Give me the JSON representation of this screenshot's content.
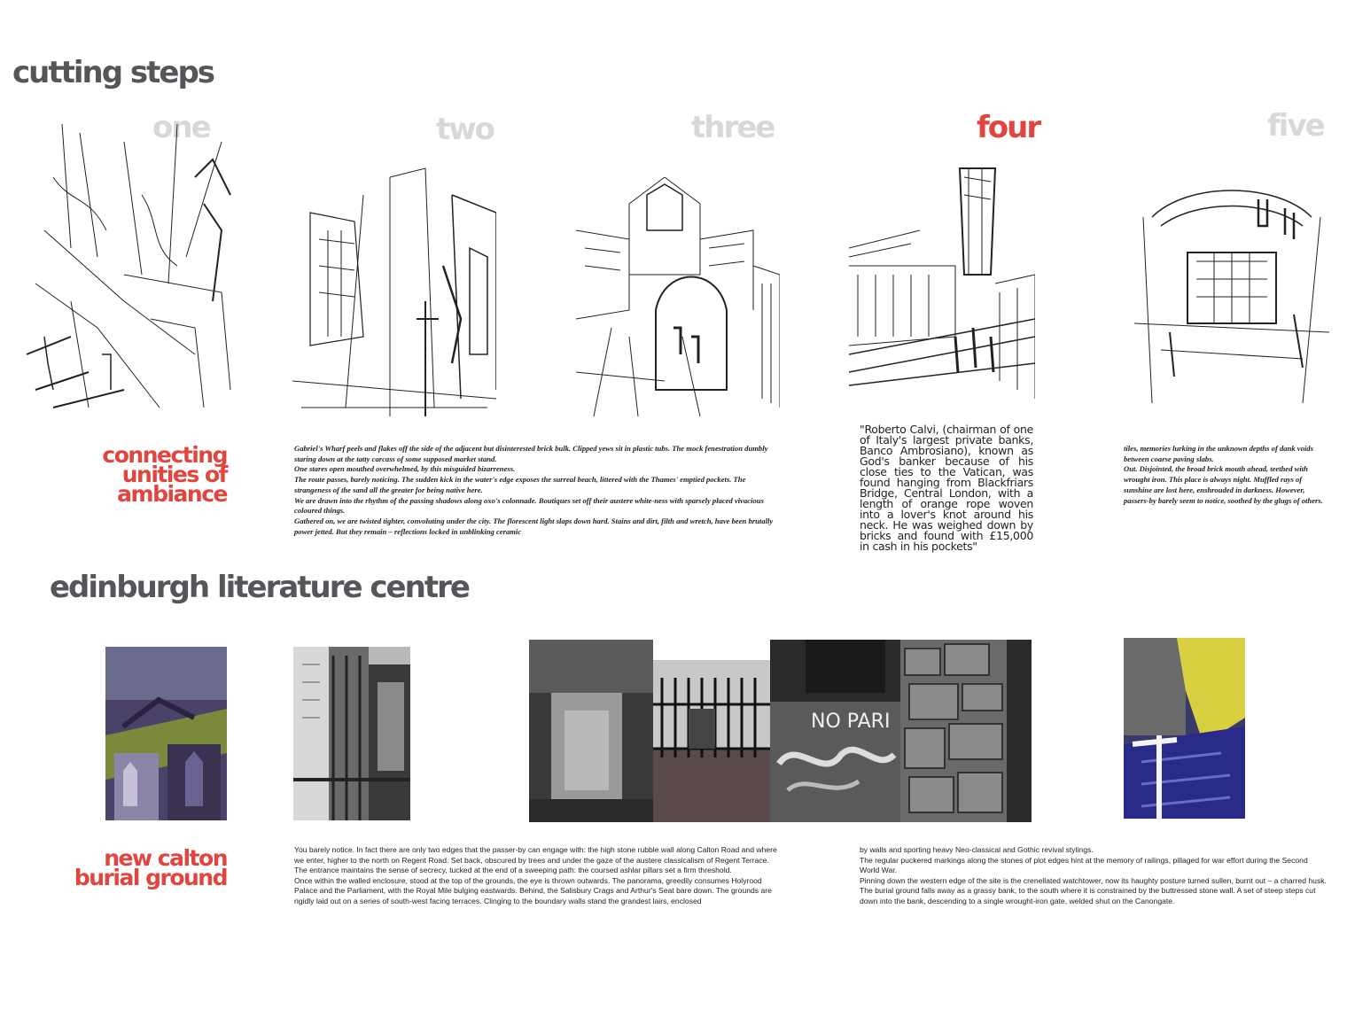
{
  "section1": {
    "title": "cutting steps",
    "steps": [
      {
        "label": "one",
        "active": false
      },
      {
        "label": "two",
        "active": false
      },
      {
        "label": "three",
        "active": false
      },
      {
        "label": "four",
        "active": true
      },
      {
        "label": "five",
        "active": false
      }
    ],
    "subtitle": [
      "connecting",
      "unities of",
      "ambiance"
    ],
    "text_block": [
      "Gabriel's Wharf peels and flakes off the side of the adjacent but disinterested brick bulk. Clipped yews sit in plastic tubs. The mock fenestration dumbly staring down at the tatty carcass of some supposed market stand.",
      "One stares open mouthed overwhelmed, by this misguided bizarreness.",
      "The route passes, barely noticing. The sudden kick in the water's edge exposes the surreal beach, littered with the Thames' emptied pockets. The strangeness of the sand all the greater for being native here.",
      "We are drawn into the rhythm of the passing shadows along oxo's colonnade. Boutiques set off their austere white-ness with sparsely placed vivacious coloured things.",
      "Gathered on, we are twisted tighter, convoluting under the city. The florescent light slaps down hard. Stains and dirt, filth and wretch, have been brutally power jetted. But they remain – reflections locked in unblinking ceramic"
    ],
    "quote": "\"Roberto Calvi, (chairman of one of Italy's largest private banks, Banco Ambrosiano), known as God's banker because of his close ties to the Vatican, was found hanging from Blackfriars Bridge, Central London, with a length of orange rope woven into a lover's knot around his neck. He was weighed down by bricks and found with £15,000 in cash in his pockets\"",
    "text_right": [
      "tiles, memories lurking in the unknown depths of dank voids between coarse paving slabs.",
      "Out. Disjointed, the broad brick mouth ahead, teethed with wrought iron. This place is always night. Muffled rays of sunshine are lost here, enshrouded in darkness. However, passers-by barely seem to notice, soothed by the glugs of others."
    ]
  },
  "section2": {
    "title": "edinburgh literature centre",
    "subtitle": [
      "new calton",
      "burial ground"
    ],
    "photo_sign": "NO PARI",
    "text_left": [
      "You barely notice. In fact there are only two edges that the passer-by can engage with: the high stone rubble wall along Calton Road and where we enter, higher to the north on Regent Road. Set back, obscured by trees and under the gaze of the austere classicalism of Regent Terrace. The entrance maintains the sense of secrecy, tucked at the end of a sweeping path: the coursed ashlar pillars set a firm threshold.",
      "Once within the walled enclosure, stood at the top of the grounds, the eye is thrown outwards. The panorama, greedily consumes Holyrood Palace and the Parliament, with the Royal Mile bulging eastwards. Behind, the Salisbury Crags and Arthur's Seat bare down. The grounds are rigidly laid out on a series of south-west facing terraces. Clinging to the boundary walls stand the grandest lairs, enclosed"
    ],
    "text_right": [
      "by walls and sporting heavy Neo-classical and Gothic revival stylings.",
      "The regular puckered markings along the stones of plot edges hint at the memory of railings, pillaged for war effort during the Second World War.",
      "Pinning down the western edge of the site is the crenellated watchtower, now its haughty posture turned sullen, burnt out – a charred husk.",
      "The burial ground falls away as a grassy bank, to the south where it is constrained by the buttressed stone wall. A set of steep steps cut down into the bank, descending to a single wrought-iron gate, welded shut on the Canongate."
    ]
  },
  "colors": {
    "accent": "#e0463f",
    "heading": "#55565a",
    "step_inactive": "#d8d8d8"
  }
}
